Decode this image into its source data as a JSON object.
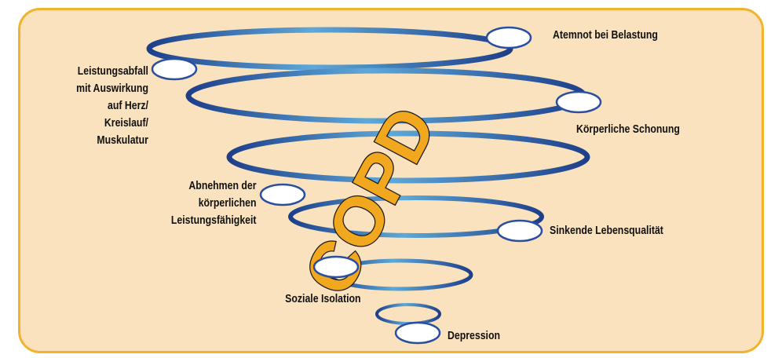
{
  "center_label": "COPD",
  "colors": {
    "panel_fill": "#f9e2bd",
    "panel_border": "#f2b22e",
    "spiral_dark": "#1d3f8a",
    "spiral_light": "#5ea8d8",
    "node_fill": "#ffffff",
    "node_stroke": "#2a4fa0",
    "accent_text": "#f2a81e"
  },
  "nodes": {
    "atemnot": "Atemnot bei Belastung",
    "leistungsabfall": "Leistungsabfall\nmit Auswirkung\nauf Herz/\nKreislauf/\nMuskulatur",
    "schonung": "Körperliche Schonung",
    "abnehmen": "Abnehmen der\nkörperlichen\nLeistungsfähigkeit",
    "lebensqualitaet": "Sinkende Lebensqualität",
    "isolation": "Soziale Isolation",
    "depression": "Depression"
  }
}
